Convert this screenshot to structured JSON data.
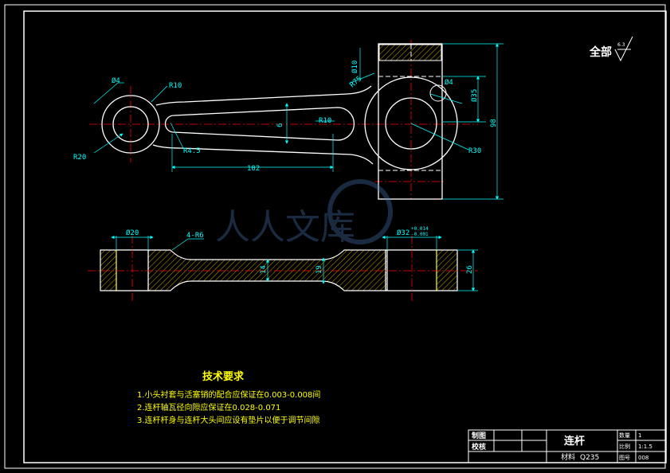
{
  "roughness": {
    "label": "全部",
    "value": "6.3"
  },
  "top_view": {
    "dims": {
      "small_bore_dia": "Ø4",
      "small_end_radius": "R20",
      "fillet_r10_top": "R10",
      "fillet_r10_slot": "R10",
      "slot_r45": "R4.5",
      "slot_length": "102",
      "slot_width": "6",
      "fillet_r75": "R75",
      "big_boss_dia": "Ø10",
      "big_hole_small_dia": "Ø4",
      "big_bore_dia": "Ø35",
      "big_end_radius": "R30",
      "total_height": "98"
    }
  },
  "side_view": {
    "dims": {
      "small_bore_dia": "Ø20",
      "fillets": "4-R6",
      "big_bore_dia": "Ø32",
      "big_bore_tol_upper": "+0.014",
      "big_bore_tol_lower": "-0.001",
      "web_thickness": "14",
      "web_width": "19",
      "total_width": "26"
    }
  },
  "watermark": {
    "text": "人人文库"
  },
  "tech": {
    "title": "技术要求",
    "items": [
      "1.小头衬套与活塞销的配合应保证在0.003-0.008间",
      "2.连杆轴瓦径向隙应保证在0.028-0.071",
      "3.连杆杆身与连杆大头间应设有垫片以便于调节间隙"
    ]
  },
  "title_block": {
    "drawn_label": "制图",
    "checked_label": "校核",
    "part_name": "连杆",
    "material_label": "材料",
    "material_value": "Q235",
    "qty_label": "数量",
    "qty_value": "1",
    "scale_label": "比例",
    "scale_value": "1:1.5",
    "drawing_no_label": "图号",
    "drawing_no_value": "008"
  }
}
